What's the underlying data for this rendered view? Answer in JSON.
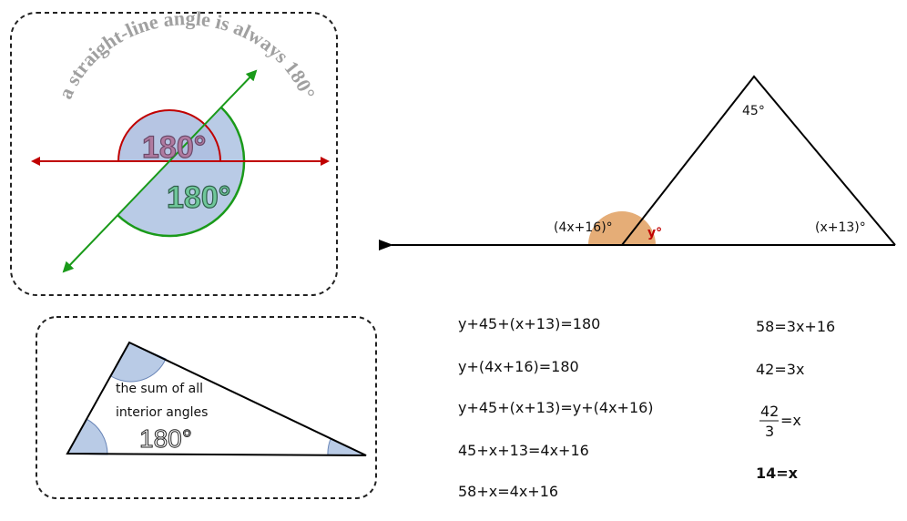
{
  "straight_line_panel": {
    "arc_caption": "a straight-line angle is always 180°",
    "red_angle_label": "180°",
    "green_angle_label": "180°"
  },
  "triangle_sum_panel": {
    "caption_line1": "the sum of all",
    "caption_line2": "interior angles",
    "sum_label": "180°"
  },
  "problem_triangle": {
    "apex_angle": "45°",
    "exterior_angle": "(4x+16)°",
    "interior_angle": "y°",
    "right_angle": "(x+13)°"
  },
  "equations_left": [
    "y+45+(x+13)=180",
    "y+(4x+16)=180",
    "y+45+(x+13)=y+(4x+16)",
    "45+x+13=4x+16",
    "58+x=4x+16"
  ],
  "equations_right": {
    "eq1": "58=3x+16",
    "eq2": "42=3x",
    "fraction_numerator": "42",
    "fraction_denominator": "3",
    "fraction_rhs": "=x",
    "answer": "14=x"
  },
  "colors": {
    "red": "#c00000",
    "green": "#1a9a1a",
    "angle_fill": "#b9cbe6",
    "orange": "#e2a468",
    "caption_gray": "#a0a0a0"
  }
}
